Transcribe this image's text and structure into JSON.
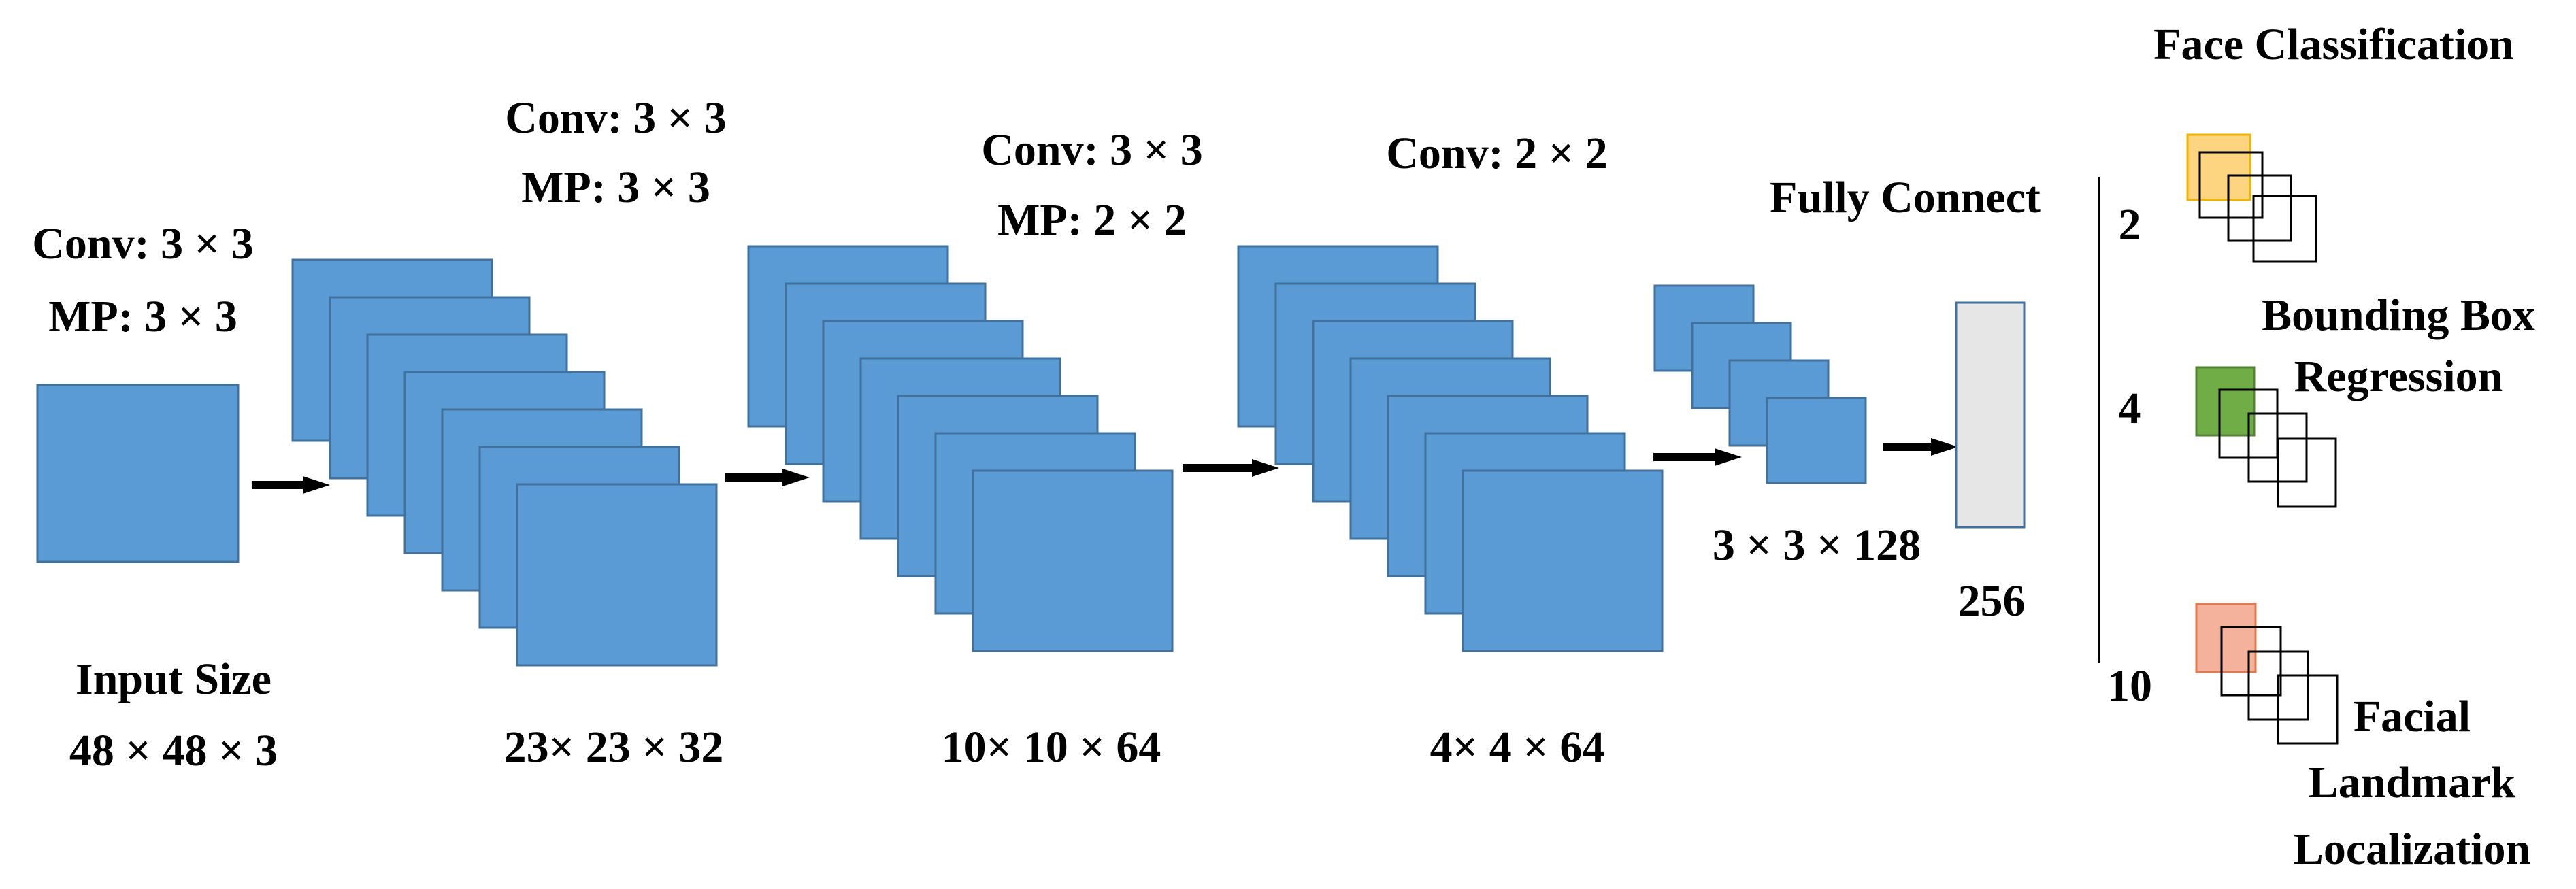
{
  "colors": {
    "feature_map_fill": "#5b9bd5",
    "feature_map_stroke": "#41719c",
    "fc_fill": "#e6e6e6",
    "fc_stroke": "#41719c",
    "face_class_fill": "#fdd580",
    "face_class_stroke": "#f0b400",
    "bbox_fill": "#70ad47",
    "landmark_fill": "#f4b29c",
    "landmark_stroke": "#e07a50",
    "arrow": "#000000",
    "text": "#000000"
  },
  "stages": {
    "input": {
      "op_line1": "Conv: 3 × 3",
      "op_line2": "MP: 3 × 3",
      "size_caption": "Input Size",
      "size": "48 × 48 × 3"
    },
    "layer1": {
      "op_line1": "Conv: 3 × 3",
      "op_line2": "MP: 3 × 3",
      "size": "23× 23 × 32"
    },
    "layer2": {
      "op_line1": "Conv: 3 × 3",
      "op_line2": "MP: 2 × 2",
      "size": "10× 10 × 64"
    },
    "layer3": {
      "op_line1": "Conv: 2 × 2",
      "size": "4× 4 × 64"
    },
    "layer4": {
      "size": "3 × 3 × 128"
    },
    "fc": {
      "title": "Fully Connect",
      "size": "256"
    }
  },
  "outputs": {
    "face_classification": {
      "label": "Face Classification",
      "dim": "2"
    },
    "bbox_regression": {
      "label_line1": "Bounding Box",
      "label_line2": "Regression",
      "dim": "4"
    },
    "landmark_localization": {
      "label_line1": "Facial",
      "label_line2": "Landmark",
      "label_line3": "Localization",
      "dim": "10"
    }
  }
}
